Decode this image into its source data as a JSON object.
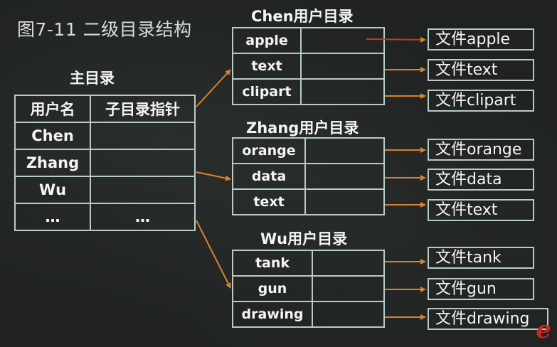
{
  "title": "图7-11 二级目录结构",
  "main_dir": {
    "heading": "主目录",
    "headers": [
      "用户名",
      "子目录指针"
    ],
    "rows": [
      [
        "Chen",
        ""
      ],
      [
        "Zhang",
        ""
      ],
      [
        "Wu",
        ""
      ],
      [
        "…",
        "…"
      ]
    ]
  },
  "user_dirs": [
    {
      "heading": "Chen用户目录",
      "entries": [
        "apple",
        "text",
        "clipart"
      ],
      "files": [
        "文件apple",
        "文件text",
        "文件clipart"
      ]
    },
    {
      "heading": "Zhang用户目录",
      "entries": [
        "orange",
        "data",
        "text"
      ],
      "files": [
        "文件orange",
        "文件data",
        "文件text"
      ]
    },
    {
      "heading": "Wu用户目录",
      "entries": [
        "tank",
        "gun",
        "drawing"
      ],
      "files": [
        "文件tank",
        "文件gun",
        "文件drawing"
      ]
    }
  ],
  "colors": {
    "background": "#1f2221",
    "line": "#b7ccc8",
    "arrow": "#d9822b",
    "text": "#f5f5f3"
  },
  "logo": "e"
}
